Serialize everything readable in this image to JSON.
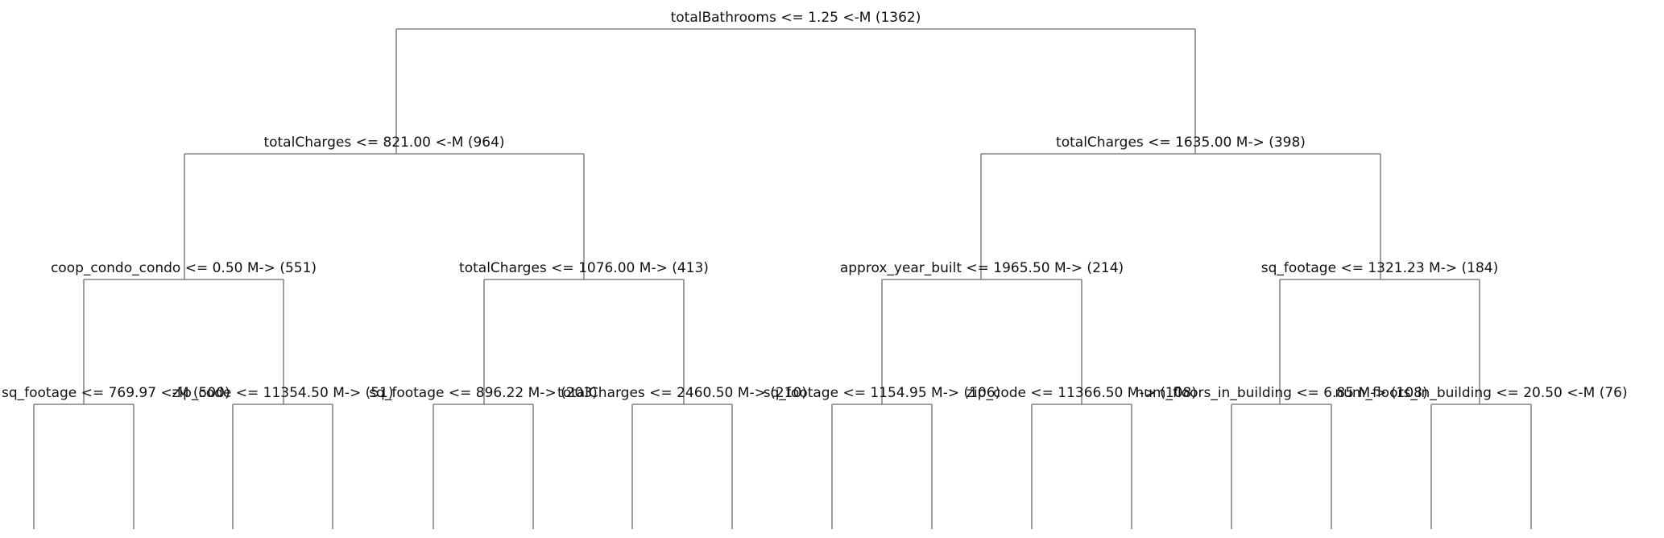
{
  "tree": {
    "levels": [
      [
        "totalBathrooms <= 1.25 <-M (1362)"
      ],
      [
        "totalCharges <= 821.00 <-M (964)",
        "totalCharges <= 1635.00 M-> (398)"
      ],
      [
        "coop_condo_condo <= 0.50 M-> (551)",
        "totalCharges <= 1076.00 M-> (413)",
        "approx_year_built <= 1965.50 M-> (214)",
        "sq_footage <= 1321.23 M-> (184)"
      ],
      [
        "sq_footage <= 769.97 <-M (500)",
        "zip_code <= 11354.50 M-> (51)",
        "sq_footage <= 896.22 M-> (203)",
        "totalCharges <= 2460.50 M-> (210)",
        "sq_footage <= 1154.95 M-> (106)",
        "zip_code <= 11366.50 M-> (108)",
        "num_floors_in_building <= 6.85 M-> (108)",
        "num_floors_in_building <= 20.50 <-M (76)"
      ]
    ]
  }
}
